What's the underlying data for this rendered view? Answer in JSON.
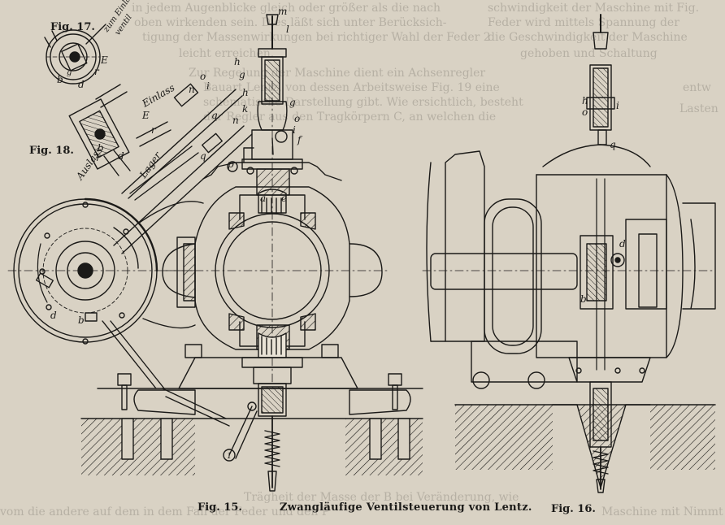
{
  "captions": {
    "fig15": "Fig. 15.",
    "title": "Zwangläufige Ventilsteuerung von Lentz.",
    "fig16": "Fig. 16.",
    "fig17": "Fig. 17.",
    "fig18": "Fig. 18."
  },
  "bleed_text": {
    "line1": "in jedem Augenblicke gleich oder größer als die nach",
    "line2": "oben wirkenden sein. Dies läßt sich unter Berücksich-",
    "line3": "tigung der Massenwirkungen bei richtiger Wahl der Feder 2",
    "line4": "leicht erreichen.",
    "line5": "Zur Regelung der Maschine dient ein Achsenregler",
    "line6": "Bauart Lentz, von dessen Arbeitsweise Fig. 19 eine",
    "line7": "schematische Darstellung gibt. Wie ersichtlich, besteht",
    "line8": "der Regler aus den Tragkörpern C, an welchen die",
    "right1": "schwindigkeit der Maschine mit Fig.",
    "right2": "Feder wird mittels Spannung der",
    "right3": "die Geschwindigkeit der Maschine",
    "right4": "gehoben und Schaltung",
    "right5": "entw",
    "right6": "Lasten",
    "bottom1": "Trägheit der Masse der B bei Veränderung, wie",
    "bottom2": "vom die andere auf dem in dem Fall der Feder und den P",
    "bottom3": "Maschine mit Nimmt"
  },
  "fig17_labels": {
    "zum": "zum Einlass",
    "ventil": "ventil",
    "E": "E",
    "r": "r",
    "g": "g",
    "b": "b",
    "d": "d"
  },
  "fig18_labels": {
    "einlass": "Einlass",
    "E": "E",
    "r": "r",
    "b": "b",
    "d": "d",
    "auslass": "Auslass",
    "lager": "Lager"
  },
  "fig15_labels": {
    "m": "m",
    "l": "l",
    "h1": "h",
    "h2": "h",
    "g1": "g",
    "g2": "g",
    "k": "k",
    "o1": "o",
    "o2": "o",
    "i1": "i",
    "i2": "i",
    "n1": "n",
    "n2": "n",
    "p": "p",
    "f": "f",
    "q1": "q",
    "q2": "q",
    "a": "a",
    "e": "e",
    "d": "d",
    "b": "b",
    "one": "1"
  },
  "fig16_labels": {
    "h": "h",
    "o": "o",
    "i": "i",
    "q": "q",
    "d": "d",
    "b": "b"
  }
}
